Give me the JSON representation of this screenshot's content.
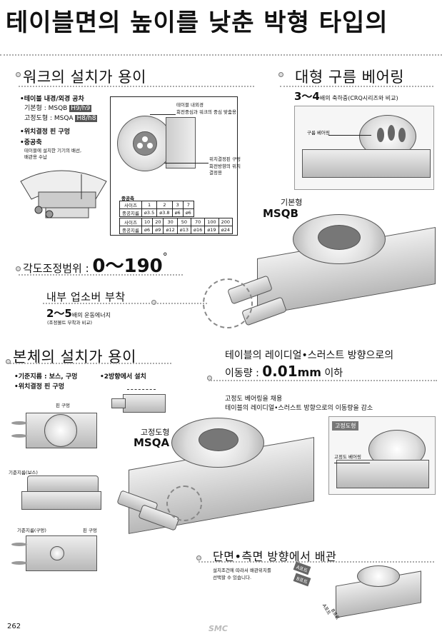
{
  "title": "테이블면의 높이를 낮춘 박형 타입의",
  "sections": {
    "work": {
      "heading": "워크의 설치가 용이",
      "b1": "•테이블 내경/외경 공차",
      "b1a_label": "기본형 : MSQB",
      "b1a_tag": "H9/h9",
      "b1b_label": "고정도형 : MSQA",
      "b1b_tag": "H8/h8",
      "b2": "•위치결정 핀 구멍",
      "b3": "•중공축",
      "b3_note1": "테이블에 설치한 기기의 배선,",
      "b3_note2": "배관용 수납",
      "callout1a": "테이블 내외경",
      "callout1b": "회전중심과 워크의 중심 맞춤용",
      "callout2a": "위치결정핀 구멍",
      "callout2b": "회전방향의 위치",
      "callout2c": "결정용",
      "table_title": "중공축",
      "table1": {
        "header": [
          "사이즈",
          "1",
          "2",
          "3",
          "7"
        ],
        "row": [
          "중공지름",
          "ø3.5",
          "ø3.8",
          "ø6",
          "ø6"
        ]
      },
      "table2": {
        "header": [
          "사이즈",
          "10",
          "20",
          "30",
          "50",
          "70",
          "100",
          "200"
        ],
        "row": [
          "중공지름",
          "ø6",
          "ø9",
          "ø12",
          "ø13",
          "ø16",
          "ø19",
          "ø24"
        ]
      }
    },
    "bearing": {
      "heading": "대형 구름 베어링",
      "line_big": "3～4",
      "line_rest": "배의 축하중(CRQ시리즈와 비교)",
      "callout": "구름 베어링"
    },
    "angle": {
      "label": "각도조정범위 : ",
      "value": "0～190",
      "unit": "°"
    },
    "absorber": {
      "heading": "내부 업소버 부착",
      "big": "2～5",
      "rest": "배의 운동에너지",
      "note": "(조정볼트 부착과 비교)"
    },
    "body": {
      "heading": "본체의 설치가 용이",
      "b1": "•기준지름 : 보스, 구멍",
      "b2": "•위치결정 핀 구멍",
      "b3": "•2방향에서 설치",
      "lbl_pin": "핀 구멍",
      "lbl_boss": "기준지름(보스)",
      "lbl_hole": "기준지름(구멍)",
      "lbl_pin2": "핀 구멍"
    },
    "precision": {
      "line1": "테이블의 레이디얼•스러스트 방향으로의",
      "line2a": "이동량 : ",
      "value": "0.01",
      "unit": "mm",
      "line2b": " 이하",
      "note1": "고정도 베어링을 채용",
      "note2": "테이블의 레이디얼•스러스트 방향으로의 이동량을 감소",
      "badge": "고정도형",
      "callout": "고정도 베어링"
    },
    "piping": {
      "heading": "단면•측면 방향에서 배관",
      "note1": "설치조건에 따라서 배관위치를",
      "note2": "선택할 수 있습니다.",
      "portA": "A포트",
      "portB": "B포트"
    }
  },
  "models": {
    "basic_a": "기본형",
    "basic_b": "MSQB",
    "hp_a": "고정도형",
    "hp_b": "MSQA"
  },
  "footer": {
    "page": "262",
    "brand": "SMC"
  }
}
